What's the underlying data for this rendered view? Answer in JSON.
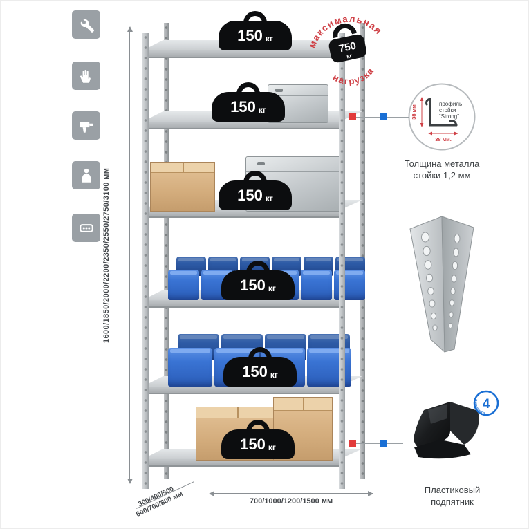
{
  "palette": {
    "accent_red": "#cf4046",
    "accent_blue": "#1a6fd4",
    "metal_gray": "#c6c9cc",
    "tile_gray": "#9aa0a5",
    "bin_blue": "#2f66c6",
    "cardboard_tan": "#d4ad7d",
    "badge_black": "#0c0d0f",
    "text_dark": "#43474b"
  },
  "feature_tiles": {
    "items": [
      {
        "icon": "wrench-icon"
      },
      {
        "icon": "glove-icon"
      },
      {
        "icon": "drill-icon"
      },
      {
        "icon": "person-icon"
      },
      {
        "icon": "fasteners-icon"
      }
    ]
  },
  "rack": {
    "shelf_count": 6,
    "load_value": "150",
    "load_unit": "кг"
  },
  "max_load_stamp": {
    "word_top": "максимальная",
    "word_bottom": "нагрузка",
    "value": "750",
    "unit": "кг"
  },
  "dimensions": {
    "height": "1600/1850/2000/2200/2350/2550/2750/3100 мм",
    "depth_line1": "300/400/500",
    "depth_line2": "600/700/800 мм",
    "width": "700/1000/1200/1500 мм"
  },
  "profile_callout": {
    "label_line1": "профиль",
    "label_line2": "стойки",
    "label_line3": "“Strong”",
    "dim_vertical": "38 мм",
    "dim_horizontal": "38 мм.",
    "caption_line1": "Толщина металла",
    "caption_line2": "стойки 1,2 мм"
  },
  "foot_callout": {
    "badge_value": "4",
    "badge_text": "в комплекте",
    "caption_line1": "Пластиковый",
    "caption_line2": "подпятник"
  }
}
